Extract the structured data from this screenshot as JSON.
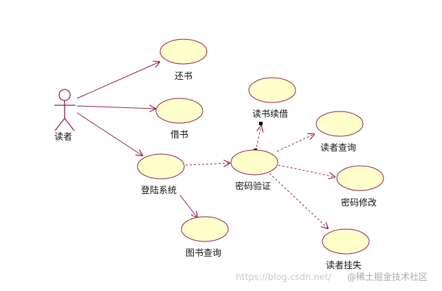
{
  "actor": {
    "name": "读者"
  },
  "use_cases": {
    "return_book": "还书",
    "borrow_book": "借书",
    "login": "登陆系统",
    "renew": "读书续借",
    "password_verify": "密码验证",
    "reader_query": "读者查询",
    "password_change": "密码修改",
    "book_query": "图书查询",
    "reader_report_loss": "读者挂失"
  },
  "watermark": {
    "url": "https://blog.csdn.net/",
    "brand": "@稀土掘金技术社区"
  },
  "colors": {
    "ellipse_fill": "#ffffcc",
    "ellipse_stroke": "#8b1a4a",
    "line": "#8b1a4a",
    "actor": "#8b1a4a"
  }
}
